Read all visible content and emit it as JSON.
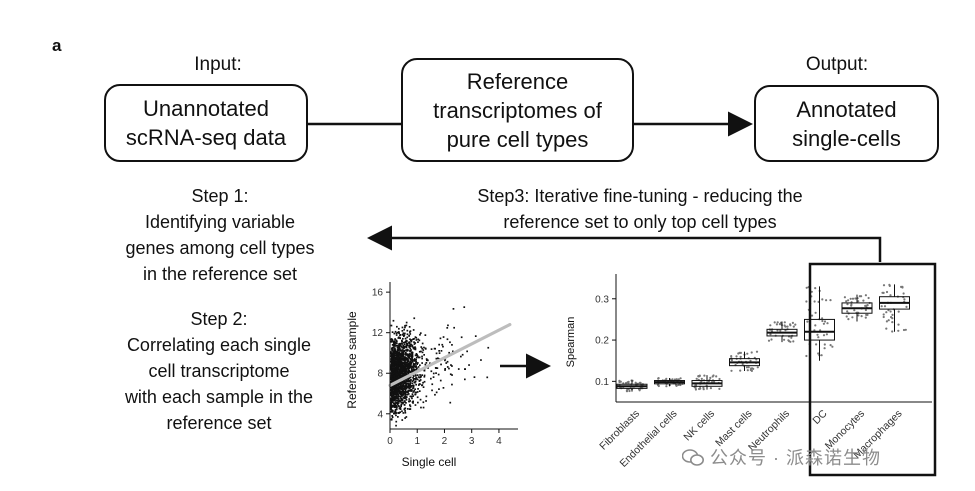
{
  "panel_label": "a",
  "input_caption": "Input:",
  "output_caption": "Output:",
  "boxes": {
    "input": [
      "Unannotated",
      "scRNA-seq data"
    ],
    "reference": [
      "Reference",
      "transcriptomes of",
      "pure cell types"
    ],
    "output": [
      "Annotated",
      "single-cells"
    ]
  },
  "step1": [
    "Step 1:",
    "Identifying variable",
    "genes among cell types",
    "in the reference set"
  ],
  "step2": [
    "Step 2:",
    "Correlating each single",
    "cell transcriptome",
    "with each sample in the",
    "reference set"
  ],
  "step3": [
    "Step3: Iterative fine-tuning - reducing the",
    "reference set to only top cell types"
  ],
  "chart_data": [
    {
      "type": "scatter",
      "xlabel": "Single cell",
      "ylabel": "Reference sample",
      "x_ticks": [
        "0",
        "1",
        "2",
        "3",
        "4"
      ],
      "y_ticks": [
        "4",
        "8",
        "12",
        "16"
      ],
      "xlim": [
        0,
        4.7
      ],
      "ylim": [
        2.5,
        17
      ],
      "trend_line": {
        "x": [
          0,
          4.4
        ],
        "y": [
          6.8,
          12.8
        ]
      },
      "colors": {
        "points": "#111111",
        "trend": "#bdbdbd"
      }
    },
    {
      "type": "box",
      "ylabel": "Spearman",
      "y_ticks": [
        "0.1",
        "0.2",
        "0.3"
      ],
      "ylim": [
        0.05,
        0.36
      ],
      "categories": [
        "Fibroblasts",
        "Endothelial cells",
        "NK cells",
        "Mast cells",
        "Neutrophils",
        "DC",
        "Monocytes",
        "Macrophages"
      ],
      "boxes": [
        {
          "min": 0.075,
          "q1": 0.083,
          "median": 0.088,
          "q3": 0.093,
          "max": 0.103
        },
        {
          "min": 0.088,
          "q1": 0.094,
          "median": 0.098,
          "q3": 0.102,
          "max": 0.108
        },
        {
          "min": 0.08,
          "q1": 0.088,
          "median": 0.095,
          "q3": 0.102,
          "max": 0.115
        },
        {
          "min": 0.125,
          "q1": 0.138,
          "median": 0.146,
          "q3": 0.155,
          "max": 0.172
        },
        {
          "min": 0.195,
          "q1": 0.21,
          "median": 0.218,
          "q3": 0.226,
          "max": 0.245
        },
        {
          "min": 0.15,
          "q1": 0.2,
          "median": 0.22,
          "q3": 0.25,
          "max": 0.33
        },
        {
          "min": 0.245,
          "q1": 0.265,
          "median": 0.277,
          "q3": 0.29,
          "max": 0.31
        },
        {
          "min": 0.22,
          "q1": 0.275,
          "median": 0.29,
          "q3": 0.305,
          "max": 0.335
        }
      ],
      "highlight_categories": [
        "DC",
        "Monocytes",
        "Macrophages"
      ]
    }
  ],
  "watermark": "公众号 · 派森诺生物"
}
